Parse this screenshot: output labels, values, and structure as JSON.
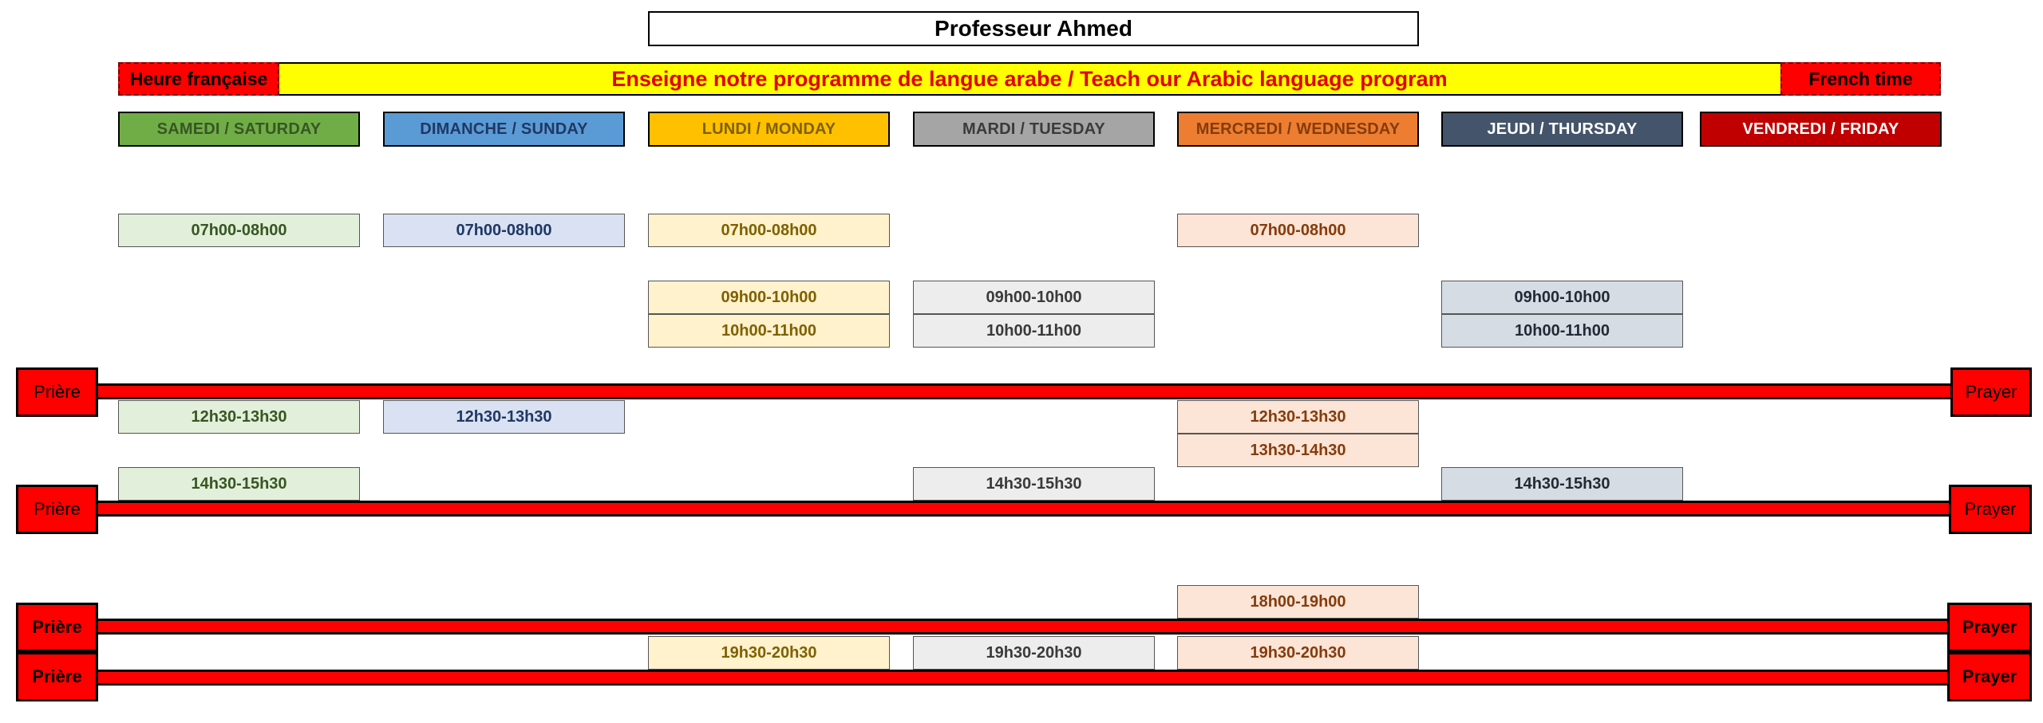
{
  "title": "Professeur Ahmed",
  "banner": {
    "left": "Heure française",
    "center": "Enseigne notre programme de langue arabe / Teach our Arabic language program",
    "right": "French time"
  },
  "days": [
    {
      "label": "SAMEDI / SATURDAY",
      "header_color": "#70ad47",
      "text_color": "#375623",
      "slot_color": "#e2efda",
      "slot_text": "#375623"
    },
    {
      "label": "DIMANCHE / SUNDAY",
      "header_color": "#5b9bd5",
      "text_color": "#1f3864",
      "slot_color": "#d9e1f2",
      "slot_text": "#1f3864"
    },
    {
      "label": "LUNDI / MONDAY",
      "header_color": "#ffc000",
      "text_color": "#7f6000",
      "slot_color": "#fff2cc",
      "slot_text": "#7f6000"
    },
    {
      "label": "MARDI / TUESDAY",
      "header_color": "#a5a5a5",
      "text_color": "#3a3a3a",
      "slot_color": "#ededed",
      "slot_text": "#3a3a3a"
    },
    {
      "label": "MERCREDI / WEDNESDAY",
      "header_color": "#ed7d31",
      "text_color": "#843c0c",
      "slot_color": "#fce4d6",
      "slot_text": "#843c0c"
    },
    {
      "label": "JEUDI / THURSDAY",
      "header_color": "#44546a",
      "text_color": "#ffffff",
      "slot_color": "#d6dce4",
      "slot_text": "#222b35"
    },
    {
      "label": "VENDREDI / FRIDAY",
      "header_color": "#c00000",
      "text_color": "#ffffff",
      "slot_color": "#f4cccc",
      "slot_text": "#7f0000"
    }
  ],
  "slots": {
    "saturday": [
      "07h00-08h00",
      "12h30-13h30",
      "14h30-15h30"
    ],
    "sunday": [
      "07h00-08h00",
      "12h30-13h30"
    ],
    "monday": [
      "07h00-08h00",
      "09h00-10h00",
      "10h00-11h00",
      "19h30-20h30"
    ],
    "tuesday": [
      "09h00-10h00",
      "10h00-11h00",
      "14h30-15h30",
      "19h30-20h30"
    ],
    "wednesday": [
      "07h00-08h00",
      "12h30-13h30",
      "13h30-14h30",
      "18h00-19h00",
      "19h30-20h30"
    ],
    "thursday": [
      "09h00-10h00",
      "10h00-11h00",
      "14h30-15h30"
    ]
  },
  "prayer": {
    "left_label": "Prière",
    "right_label": "Prayer",
    "color": "#ff0000"
  }
}
